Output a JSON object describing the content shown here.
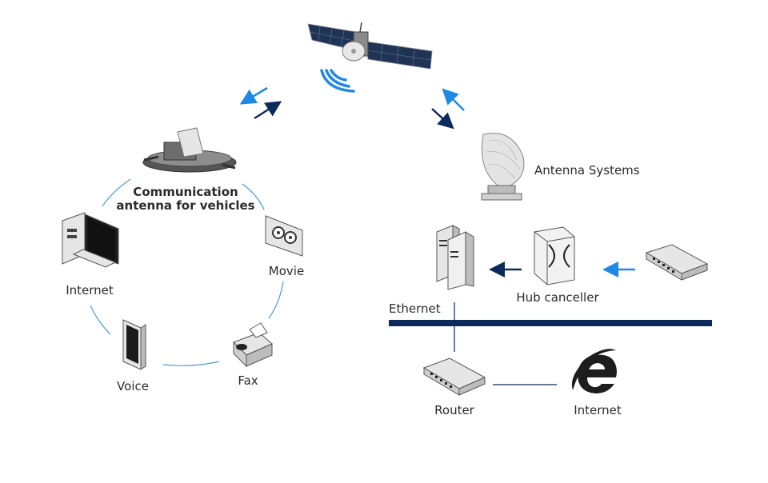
{
  "labels": {
    "comm_line1": "Communication",
    "comm_line2": "antenna for vehicles",
    "movie": "Movie",
    "internet_left": "Internet",
    "voice": "Voice",
    "fax": "Fax",
    "antenna_systems": "Antenna Systems",
    "hub_canceller": "Hub canceller",
    "ethernet": "Ethernet",
    "router": "Router",
    "internet_right": "Internet"
  },
  "colors": {
    "light_blue": "#1e88e5",
    "dark_navy": "#0d2a5c",
    "circle_line": "#4a9ad8",
    "ethernet_bar": "#0b2a5b",
    "device_gray": "#e6e6e6",
    "device_stroke": "#555555",
    "device_dark": "#222222"
  },
  "icons": {
    "satellite": "satellite-icon",
    "vehicle_antenna": "vehicle-antenna-icon",
    "dish": "dish-antenna-icon",
    "desktop": "desktop-computer-icon",
    "film": "film-reel-icon",
    "phone": "smartphone-icon",
    "fax": "fax-machine-icon",
    "servers": "server-rack-icon",
    "hub": "hub-canceller-icon",
    "switch": "network-switch-icon",
    "router": "router-icon",
    "ie": "internet-explorer-icon"
  }
}
